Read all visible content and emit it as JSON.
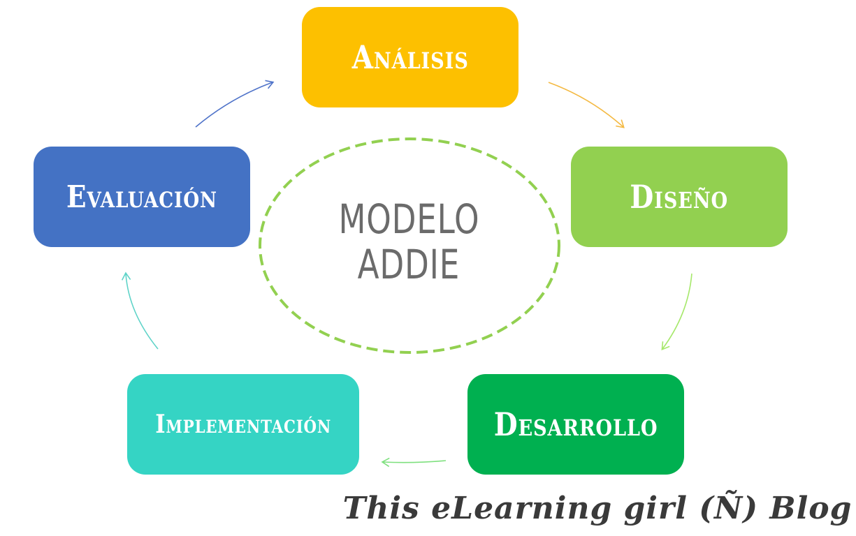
{
  "diagram": {
    "center": {
      "line1": "MODELO",
      "line2": "ADDIE"
    },
    "phases": [
      {
        "label": "Análisis",
        "color": "#FDC000"
      },
      {
        "label": "Diseño",
        "color": "#92D050"
      },
      {
        "label": "Desarrollo",
        "color": "#00B050"
      },
      {
        "label": "Implementación",
        "color": "#35D4C4"
      },
      {
        "label": "Evaluación",
        "color": "#4472C4"
      }
    ],
    "center_ring_color": "#92D050",
    "arrow_colors": [
      "#F4B942",
      "#A6E86B",
      "#7EE07E",
      "#5ED3C8",
      "#4F73C9"
    ]
  },
  "footer": {
    "signature": "This eLearning girl (Ñ) Blog"
  }
}
